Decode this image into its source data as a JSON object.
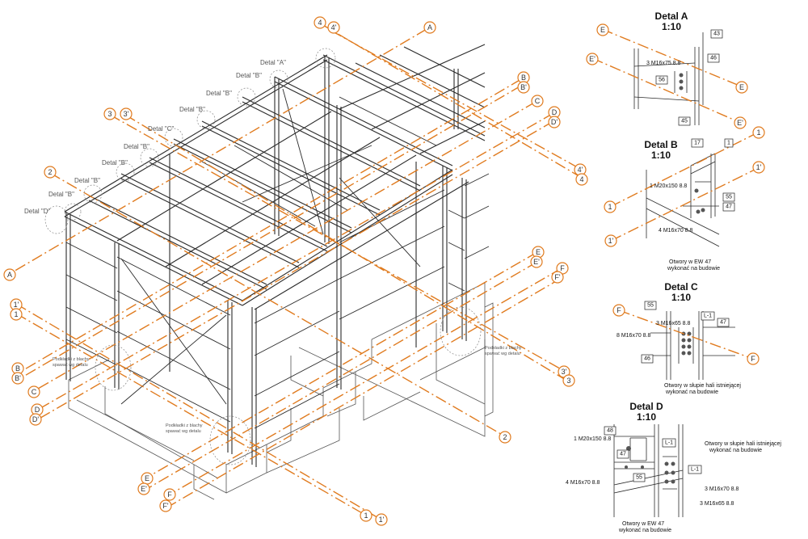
{
  "grid_bubbles": {
    "A_top": "A",
    "A_left": "A",
    "B_right1": "B",
    "B_right2": "B'",
    "B_left1": "B",
    "B_left2": "B'",
    "C_right": "C",
    "C_left": "C",
    "D_right1": "D",
    "D_right2": "D'",
    "D_left1": "D",
    "D_left2": "D'",
    "E_right1": "E",
    "E_right2": "E'",
    "E_left1": "E",
    "E_left2": "E'",
    "F_right1": "F",
    "F_right2": "F'",
    "F_left1": "F",
    "F_left2": "F'",
    "n1_left1": "1'",
    "n1_left2": "1",
    "n1_bot1": "1",
    "n1_bot2": "1'",
    "n2_top": "2",
    "n2_bot": "2",
    "n3_top1": "3",
    "n3_top2": "3'",
    "n3_bot1": "3'",
    "n3_bot2": "3",
    "n4_top1": "4",
    "n4_top2": "4'",
    "n4_bot1": "4'",
    "n4_bot2": "4"
  },
  "detail_callouts": {
    "d_A": "Detal \"A\"",
    "d_B1": "Detal \"B\"",
    "d_B2": "Detal \"B\"",
    "d_B3": "Detal \"B\"",
    "d_C": "Detal \"C\"",
    "d_B4": "Detal \"B\"",
    "d_B5": "Detal \"B\"",
    "d_B6": "Detal \"B\"",
    "d_B7": "Detal \"B\"",
    "d_D": "Detal \"D\""
  },
  "notes_main": {
    "podkladki_1": "Podkładki z blachy",
    "podkladki_1b": "spawać wg detalu",
    "podkladki_2": "Podkładki z blachy",
    "podkladki_2b": "spawać wg detalu",
    "podkladki_3": "Podkładki z blachy",
    "podkladki_3b": "spawać wg detalu"
  },
  "detail_A": {
    "title": "Detal A",
    "scale": "1:10",
    "box_43": "43",
    "box_46": "46",
    "box_56": "56",
    "box_45": "45",
    "bolts": "3 M16x75 8.8",
    "bub_E1": "E",
    "bub_E2": "E'",
    "bub_E3": "E",
    "bub_E4": "E'"
  },
  "detail_B": {
    "title": "Detal B",
    "scale": "1:10",
    "box_17": "17",
    "box_1": "1",
    "box_55": "55",
    "box_47": "47",
    "bolt1": "1 M20x150 8.8",
    "bolt2": "4 M16x70 8.8",
    "note1": "Otwory w EW 47",
    "note2": "wykonać na budowie",
    "bub_1a": "1",
    "bub_1b": "1'",
    "bub_1c": "1",
    "bub_1d": "1'"
  },
  "detail_C": {
    "title": "Detal C",
    "scale": "1:10",
    "box_55": "55",
    "box_L1": "L-1",
    "box_47": "47",
    "box_46": "46",
    "bolt1": "3 M16x65 8.8",
    "bolt2": "8 M16x70 8.8",
    "note1": "Otwory w słupie hali istniejącej",
    "note2": "wykonać na budowie",
    "bub_F1": "F",
    "bub_F2": "F"
  },
  "detail_D": {
    "title": "Detal D",
    "scale": "1:10",
    "box_48": "48",
    "box_47": "47",
    "box_55": "55",
    "box_L1a": "L-1",
    "box_L1b": "L-1",
    "bolt1": "1 M20x150 8.8",
    "bolt2": "4 M16x70 8.8",
    "bolt3": "3 M16x70 8.8",
    "bolt4": "3 M16x65 8.8",
    "note1": "Otwory w słupie hali istniejącej",
    "note2": "wykonać na budowie",
    "note3": "Otwory w EW 47",
    "note4": "wykonać na budowie"
  }
}
